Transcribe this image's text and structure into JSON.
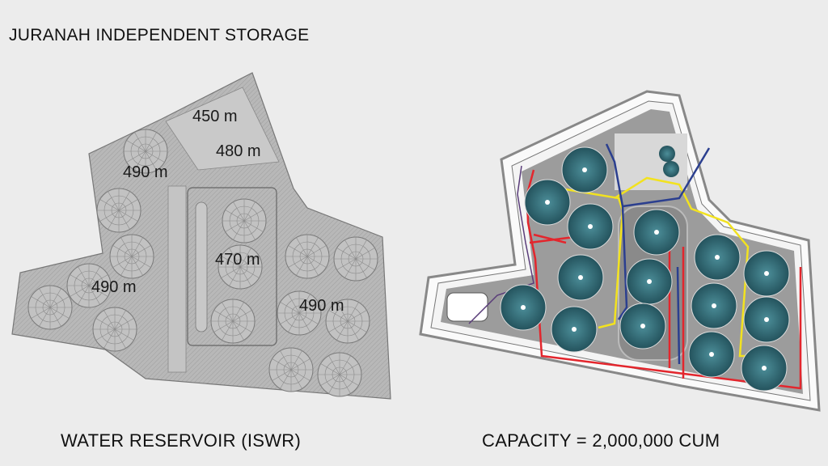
{
  "title": "JURANAH INDEPENDENT STORAGE",
  "left_plan": {
    "caption": "WATER RESERVOIR (ISWR)",
    "labels": [
      "450 m",
      "480 m",
      "490 m",
      "470 m",
      "490 m",
      "490 m"
    ]
  },
  "right_plan": {
    "caption": "CAPACITY = 2,000,000 CUM"
  },
  "colors": {
    "background": "#ececec",
    "tank": "#2f6a76",
    "pipe_red": "#e3262d",
    "pipe_yellow": "#f2e21f",
    "pipe_blue": "#2b3f8f"
  }
}
